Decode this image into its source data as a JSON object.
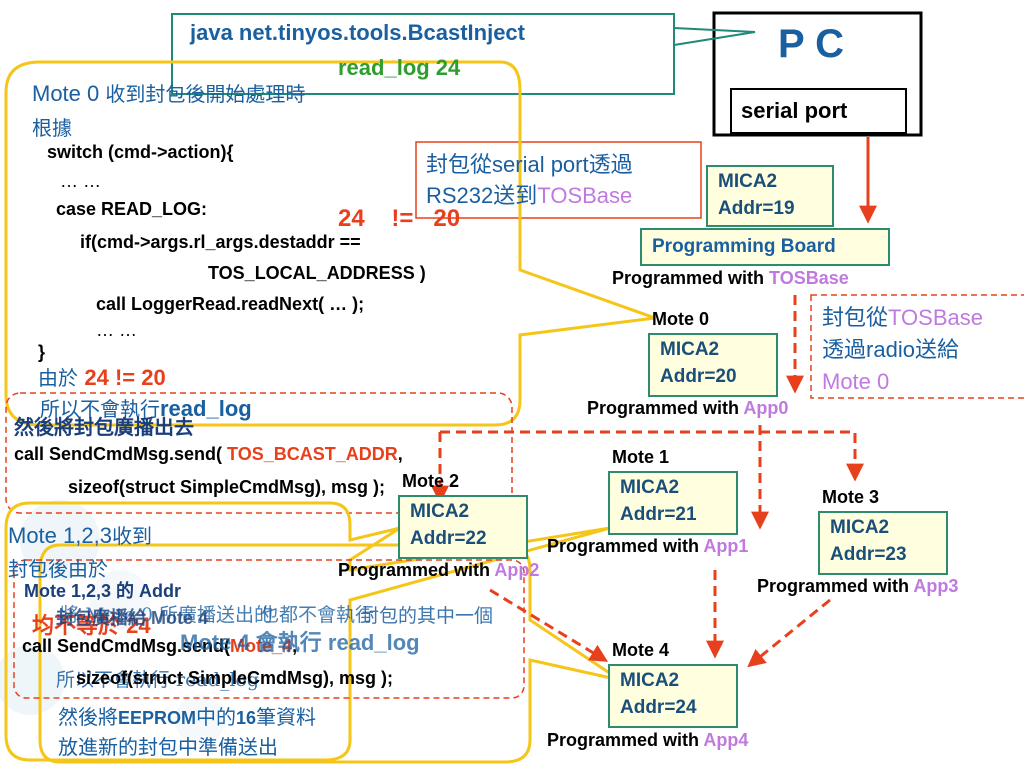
{
  "slide": {
    "command_box": {
      "line1": "java net.tinyos.tools.BcastInject",
      "line2": "read_log 24"
    },
    "pc": {
      "title": "P C",
      "serial_port": "serial port"
    },
    "serial_note": {
      "a": "封包從",
      "b": "serial port",
      "c": "透過",
      "d": "RS232",
      "e": "送到",
      "f": "TOSBase"
    },
    "programming_board": {
      "mica_line1": "MICA2",
      "mica_line2": "Addr=19",
      "label": "Programming Board",
      "programmed_prefix": "Programmed with ",
      "programmed_app": "TOSBase"
    },
    "radio_note": {
      "a": "封包從",
      "b": "TOSBase",
      "c": "透過",
      "d": "radio",
      "e": "送給",
      "f": "Mote 0"
    },
    "compare_24_20": "24    !=   20",
    "motes": [
      {
        "name": "Mote 0",
        "mica": "MICA2",
        "addr": "Addr=20",
        "programmed_prefix": "Programmed with ",
        "app": "App0"
      },
      {
        "name": "Mote 1",
        "mica": "MICA2",
        "addr": "Addr=21",
        "programmed_prefix": "Programmed with ",
        "app": "App1"
      },
      {
        "name": "Mote 2",
        "mica": "MICA2",
        "addr": "Addr=22",
        "programmed_prefix": "Programmed with ",
        "app": "App2"
      },
      {
        "name": "Mote 3",
        "mica": "MICA2",
        "addr": "Addr=23",
        "programmed_prefix": "Programmed with ",
        "app": "App3"
      },
      {
        "name": "Mote 4",
        "mica": "MICA2",
        "addr": "Addr=24",
        "programmed_prefix": "Programmed with ",
        "app": "App4"
      }
    ],
    "top_callout": {
      "heading_a": "Mote 0 ",
      "heading_b": "收到封包後開始處理時",
      "heading_c": "根據",
      "code": [
        "switch (cmd->action){",
        "… …",
        "case READ_LOG:",
        "if(cmd->args.rl_args.destaddr ==",
        "TOS_LOCAL_ADDRESS )",
        "call LoggerRead.readNext( … );",
        "… …",
        "}"
      ],
      "because": "由於 ",
      "because_red": "24 != 20",
      "not_exec": "所以不會執行",
      "not_exec_cmd": "read_log"
    },
    "broadcast_callout": {
      "title": "然後將封包廣播出去",
      "call_prefix": "call SendCmdMsg.send( ",
      "call_red": "TOS_BCAST_ADDR",
      "call_suffix": ",",
      "line2": "sizeof(struct SimpleCmdMsg), msg );"
    },
    "bottom_callout": {
      "a1": "Mote 1,2,3",
      "a2": "收到",
      "b": "封包後由於",
      "c": "Mote 1,2,3 的 Addr",
      "d": "均不等於 24",
      "e": "所以不會執行 read_log",
      "f": "將 Mote 0 所廣播送出的",
      "g": "封包廣播給 Mote 4",
      "h": "Mote 4 會執行 read_log",
      "i_pre": "然後將",
      "i_mid": "EEPROM",
      "i_cjk": "中的",
      "i_num": "16",
      "i_post": "筆資料",
      "j": "放進新的封包中準備送出",
      "overlay1": "也都不會執行",
      "overlay2": "封包的其中一個",
      "call_prefix": "call SendCmdMsg.send(",
      "call_red": "Mote_4",
      "call_suffix": ",",
      "call_line2": "sizeof(struct SimpleCmdMsg), msg );"
    }
  }
}
